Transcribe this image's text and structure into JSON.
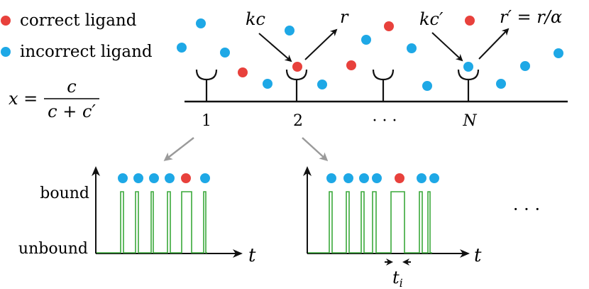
{
  "legend": {
    "correct_label": "correct ligand",
    "incorrect_label": "incorrect ligand",
    "correct_color": "#e8413c",
    "incorrect_color": "#1ea8e6"
  },
  "formula": {
    "lhs": "x =",
    "numerator": "c",
    "denominator": "c + c′"
  },
  "rates": {
    "kc": "kc",
    "r": "r",
    "kc_prime": "kc′",
    "r_prime": "r′ = r/α"
  },
  "receptor_labels": [
    "1",
    "2",
    "· · ·",
    "N"
  ],
  "axes": {
    "bound": "bound",
    "unbound": "unbound",
    "t": "t"
  },
  "trace_panel_2_interval": "t",
  "interval_subscript": "i",
  "more_panels": "· · ·",
  "trace_colors": {
    "line": "#3aa83a"
  }
}
